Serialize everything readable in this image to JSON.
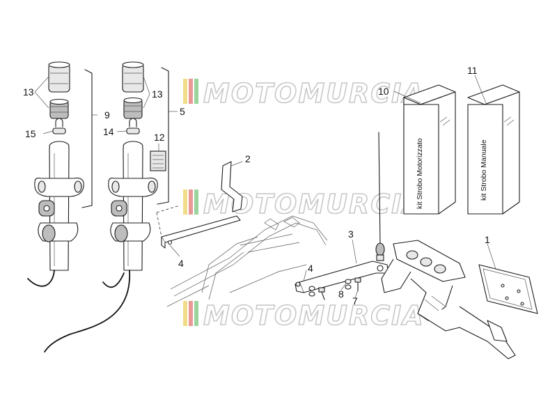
{
  "watermark": {
    "text": "MOTOMURCIA",
    "stripe_colors": [
      "#e8c63a",
      "#d9534f",
      "#5cb85c"
    ]
  },
  "callouts": {
    "n1": "1",
    "n2": "2",
    "n3": "3",
    "n4a": "4",
    "n4b": "4",
    "n5": "5",
    "n7": "7",
    "n8": "8",
    "n9": "9",
    "n10": "10",
    "n11": "11",
    "n12": "12",
    "n13a": "13",
    "n13b": "13",
    "n14": "14",
    "n15": "15"
  },
  "boxes": {
    "box10_label": "kit Strobo Motorizzato",
    "box11_label": "kit Strobo Manuale"
  }
}
